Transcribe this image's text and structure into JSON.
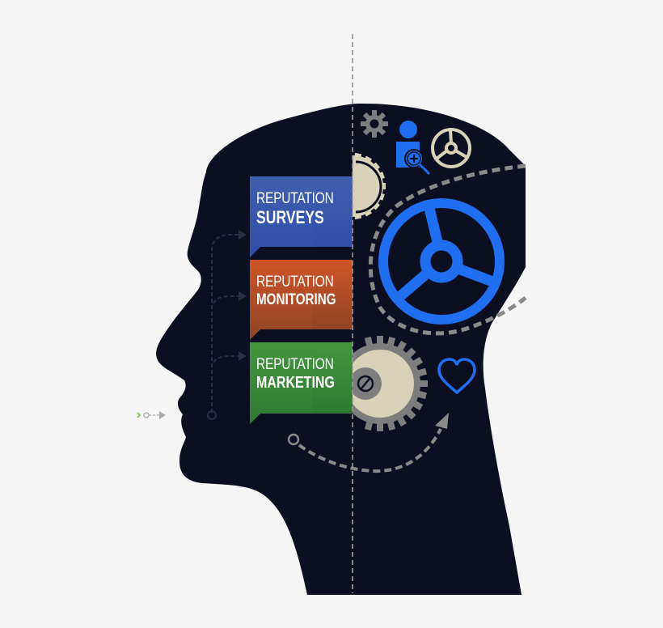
{
  "figure": {
    "title": "Reputation mind diagram",
    "colors": {
      "background": "#f5f5f5",
      "head": "#0c0f22",
      "surveys": "#3b5cb0",
      "monitoring": "#c0502a",
      "marketing": "#3b8a3a",
      "accent_blue": "#1f6ff0",
      "gear_cream": "#d8d3b8",
      "gear_gray": "#7d7d7d",
      "dash_gray": "#8a8a8a"
    }
  },
  "labels": [
    {
      "id": "surveys",
      "line1": "REPUTATION",
      "line2": "SURVEYS"
    },
    {
      "id": "monitoring",
      "line1": "REPUTATION",
      "line2": "MONITORING"
    },
    {
      "id": "marketing",
      "line1": "REPUTATION",
      "line2": "MARKETING"
    }
  ],
  "icons": [
    "small-gear-icon",
    "user-search-icon",
    "steering-wheel-icon",
    "large-steering-wheel-icon",
    "cream-gear-icon",
    "gray-gear-icon",
    "heart-icon",
    "input-arrow-icon"
  ]
}
